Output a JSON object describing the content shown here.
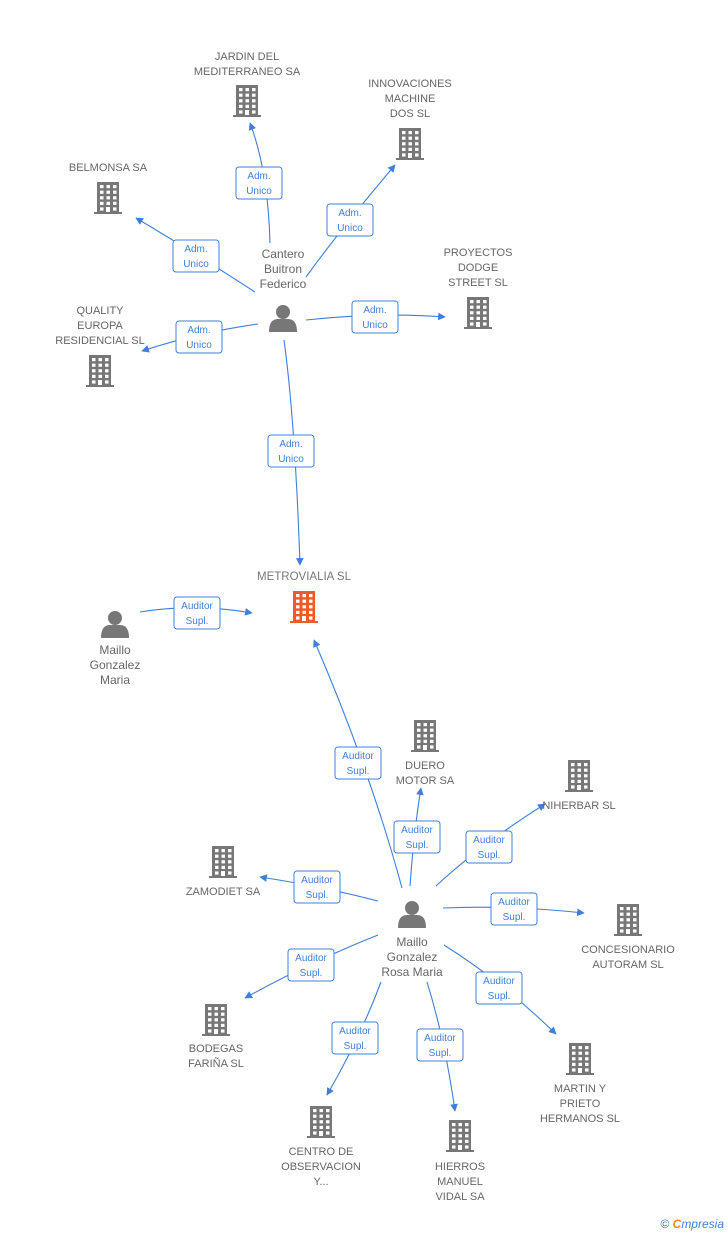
{
  "colors": {
    "edge": "#3f7fd9",
    "building": "#777777",
    "building_main": "#f05a28",
    "person": "#777777",
    "text": "#666666"
  },
  "nodes": [
    {
      "id": "jardin",
      "kind": "company",
      "icon": "building-icon",
      "lines": [
        "JARDIN DEL",
        "MEDITERRANEO SA"
      ]
    },
    {
      "id": "innov",
      "kind": "company",
      "icon": "building-icon",
      "lines": [
        "INNOVACIONES",
        "MACHINE",
        "DOS SL"
      ]
    },
    {
      "id": "belmonsa",
      "kind": "company",
      "icon": "building-icon",
      "lines": [
        "BELMONSA SA"
      ]
    },
    {
      "id": "proyectos",
      "kind": "company",
      "icon": "building-icon",
      "lines": [
        "PROYECTOS",
        "DODGE",
        "STREET SL"
      ]
    },
    {
      "id": "quality",
      "kind": "company",
      "icon": "building-icon",
      "lines": [
        "QUALITY",
        "EUROPA",
        "RESIDENCIAL SL"
      ]
    },
    {
      "id": "cantero",
      "kind": "person",
      "icon": "person-icon",
      "lines": [
        "Cantero",
        "Buitron",
        "Federico"
      ]
    },
    {
      "id": "metro",
      "kind": "main",
      "icon": "building-icon",
      "lines": [
        "METROVIALIA SL"
      ]
    },
    {
      "id": "mailloM",
      "kind": "person",
      "icon": "person-icon",
      "lines": [
        "Maillo",
        "Gonzalez",
        "Maria"
      ]
    },
    {
      "id": "duero",
      "kind": "company",
      "icon": "building-icon",
      "lines": [
        "DUERO",
        "MOTOR SA"
      ]
    },
    {
      "id": "niherbar",
      "kind": "company",
      "icon": "building-icon",
      "lines": [
        "NIHERBAR SL"
      ]
    },
    {
      "id": "zamodiet",
      "kind": "company",
      "icon": "building-icon",
      "lines": [
        "ZAMODIET SA"
      ]
    },
    {
      "id": "mailloR",
      "kind": "person",
      "icon": "person-icon",
      "lines": [
        "Maillo",
        "Gonzalez",
        "Rosa Maria"
      ]
    },
    {
      "id": "concesionario",
      "kind": "company",
      "icon": "building-icon",
      "lines": [
        "CONCESIONARIO",
        "AUTORAM  SL"
      ]
    },
    {
      "id": "bodegas",
      "kind": "company",
      "icon": "building-icon",
      "lines": [
        "BODEGAS",
        "FARIÑA SL"
      ]
    },
    {
      "id": "martin",
      "kind": "company",
      "icon": "building-icon",
      "lines": [
        "MARTIN Y",
        "PRIETO",
        "HERMANOS SL"
      ]
    },
    {
      "id": "centro",
      "kind": "company",
      "icon": "building-icon",
      "lines": [
        "CENTRO DE",
        "OBSERVACION",
        "Y..."
      ]
    },
    {
      "id": "hierros",
      "kind": "company",
      "icon": "building-icon",
      "lines": [
        "HIERROS",
        "MANUEL",
        "VIDAL SA"
      ]
    }
  ],
  "edges": [
    {
      "from": "cantero",
      "to": "jardin",
      "label": [
        "Adm.",
        "Unico"
      ]
    },
    {
      "from": "cantero",
      "to": "innov",
      "label": [
        "Adm.",
        "Unico"
      ]
    },
    {
      "from": "cantero",
      "to": "belmonsa",
      "label": [
        "Adm.",
        "Unico"
      ]
    },
    {
      "from": "cantero",
      "to": "proyectos",
      "label": [
        "Adm.",
        "Unico"
      ]
    },
    {
      "from": "cantero",
      "to": "quality",
      "label": [
        "Adm.",
        "Unico"
      ]
    },
    {
      "from": "cantero",
      "to": "metro",
      "label": [
        "Adm.",
        "Unico"
      ]
    },
    {
      "from": "mailloM",
      "to": "metro",
      "label": [
        "Auditor",
        "Supl."
      ]
    },
    {
      "from": "mailloR",
      "to": "metro",
      "label": [
        "Auditor",
        "Supl."
      ]
    },
    {
      "from": "mailloR",
      "to": "duero",
      "label": [
        "Auditor",
        "Supl."
      ]
    },
    {
      "from": "mailloR",
      "to": "niherbar",
      "label": [
        "Auditor",
        "Supl."
      ]
    },
    {
      "from": "mailloR",
      "to": "zamodiet",
      "label": [
        "Auditor",
        "Supl."
      ]
    },
    {
      "from": "mailloR",
      "to": "concesionario",
      "label": [
        "Auditor",
        "Supl."
      ]
    },
    {
      "from": "mailloR",
      "to": "bodegas",
      "label": [
        "Auditor",
        "Supl."
      ]
    },
    {
      "from": "mailloR",
      "to": "martin",
      "label": [
        "Auditor",
        "Supl."
      ]
    },
    {
      "from": "mailloR",
      "to": "centro",
      "label": [
        "Auditor",
        "Supl."
      ]
    },
    {
      "from": "mailloR",
      "to": "hierros",
      "label": [
        "Auditor",
        "Supl."
      ]
    }
  ],
  "footer": {
    "copyright": "©",
    "brand_initial": "C",
    "brand_rest": "mpresia"
  }
}
